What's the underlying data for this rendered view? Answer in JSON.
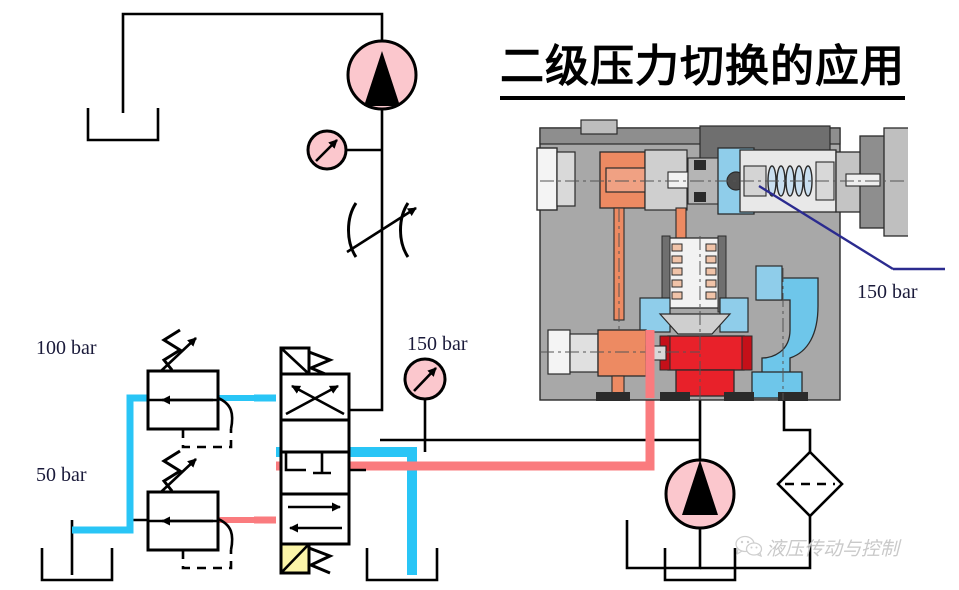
{
  "title": "二级压力切换的应用",
  "watermark": {
    "text": "液压传动与控制",
    "logo_icon": "wechat-icon"
  },
  "labels": {
    "relief_valve_high": "100 bar",
    "relief_valve_low": "50 bar",
    "gauge_system": "150 bar",
    "cutaway_callout": "150 bar"
  },
  "colors": {
    "pressure_line_red": "#FA7B7E",
    "return_line_cyan": "#29C5F6",
    "component_fill_pink": "#FBC7CD",
    "solenoid_active_yellow": "#FBF5A8",
    "callout_line_navy": "#2B2B8F",
    "line_black": "#000000",
    "cutaway_body_gray": "#A8A8A8",
    "cutaway_orange": "#ED8A62",
    "cutaway_red": "#E8212A",
    "cutaway_blue": "#6EC6EA"
  },
  "components": {
    "motor_top": {
      "name": "hydraulic-motor",
      "icon": "circle-triangle-up"
    },
    "gauge_top": {
      "name": "pressure-gauge",
      "icon": "gauge-arrow"
    },
    "throttle": {
      "name": "adjustable-throttle-valve",
      "icon": "throttle-arcs-arrow"
    },
    "gauge_system": {
      "name": "pressure-gauge",
      "icon": "gauge-arrow"
    },
    "relief_high": {
      "name": "pressure-relief-valve",
      "setting": "100 bar"
    },
    "relief_low": {
      "name": "pressure-relief-valve",
      "setting": "50 bar"
    },
    "directional_valve": {
      "name": "4-position-directional-control-valve",
      "positions": 4,
      "solenoid_top": "energized-none",
      "solenoid_bottom": "energized-yellow"
    },
    "pump_bottom": {
      "name": "hydraulic-pump",
      "icon": "circle-triangle-up"
    },
    "filter": {
      "name": "return-line-filter",
      "icon": "diamond-dashed"
    },
    "tank_top_left": {
      "name": "reservoir"
    },
    "tank_relief": {
      "name": "reservoir"
    },
    "tank_valve": {
      "name": "reservoir"
    },
    "tank_pump": {
      "name": "reservoir"
    }
  }
}
